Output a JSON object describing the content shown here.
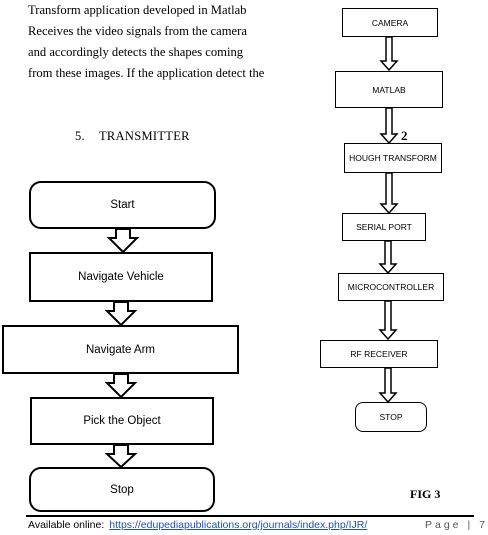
{
  "paragraph_lines": [
    "Transform application developed in Matlab",
    "Receives the video signals from the camera",
    "and accordingly detects the shapes coming",
    "from these images. If the application detect the"
  ],
  "section": {
    "number": "5.",
    "title": "TRANSMITTER"
  },
  "left_flow": [
    "Start",
    "Navigate Vehicle",
    "Navigate Arm",
    "Pick the Object",
    "Stop"
  ],
  "right_flow": [
    "CAMERA",
    "MATLAB",
    "HOUGH TRANSFORM",
    "SERIAL  PORT",
    "MICROCONTROLLER",
    "RF  RECEIVER",
    "STOP"
  ],
  "arrow_label": "2",
  "figure_label": "FIG 3",
  "footer": {
    "prefix": "Available online:",
    "url": "https://edupediapublications.org/journals/index.php/IJR/",
    "page": "Page | 7"
  }
}
